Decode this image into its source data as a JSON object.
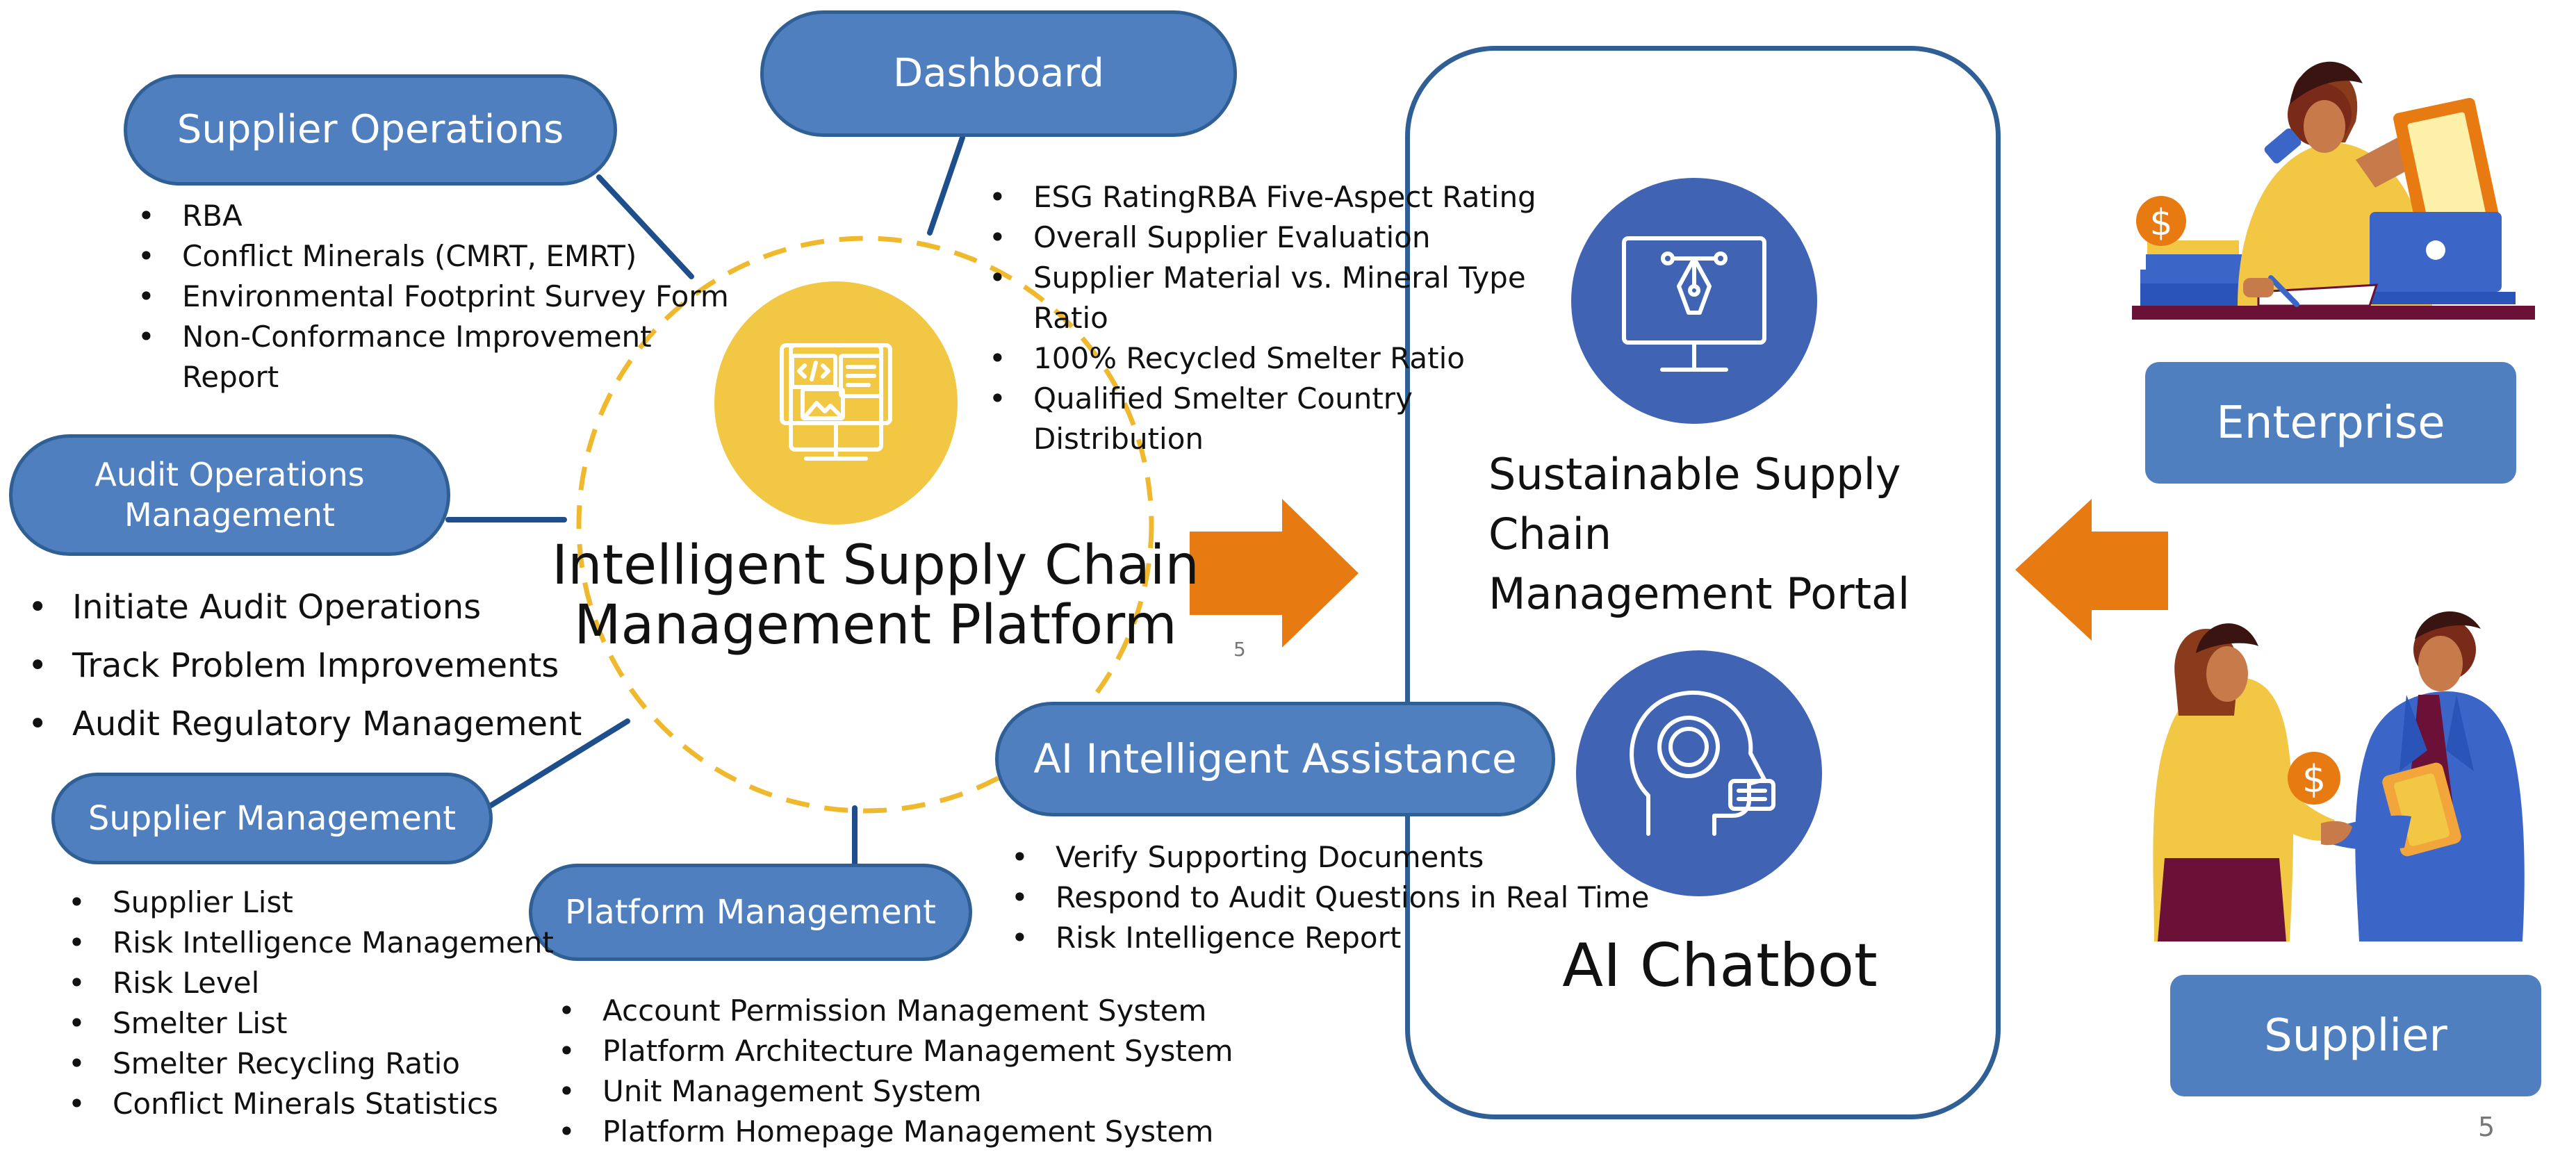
{
  "platform": {
    "title": "Intelligent Supply Chain Management Platform",
    "title_lines": [
      "Intelligent Supply Chain",
      "Management Platform"
    ],
    "icon": "code-monitor-icon"
  },
  "modules": {
    "supplier_operations": {
      "label": "Supplier Operations",
      "items": [
        "RBA",
        "Conflict Minerals (CMRT, EMRT)",
        "Environmental Footprint Survey Form",
        "Non-Conformance Improvement Report"
      ]
    },
    "dashboard": {
      "label": "Dashboard",
      "items": [
        "ESG RatingRBA Five-Aspect Rating",
        "Overall Supplier Evaluation",
        "Supplier Material vs. Mineral Type Ratio",
        "100% Recycled Smelter Ratio",
        "Qualified Smelter Country Distribution"
      ]
    },
    "audit_operations": {
      "label": "Audit Operations Management",
      "items": [
        "Initiate Audit Operations",
        "Track Problem Improvements",
        "Audit Regulatory Management"
      ]
    },
    "supplier_management": {
      "label": "Supplier Management",
      "items": [
        "Supplier List",
        "Risk Intelligence Management",
        "Risk Level",
        "Smelter List",
        "Smelter Recycling Ratio",
        "Conflict Minerals Statistics"
      ]
    },
    "platform_management": {
      "label": "Platform Management",
      "items": [
        "Account Permission Management System",
        "Platform Architecture Management System",
        "Unit Management System",
        "Platform Homepage Management System"
      ]
    },
    "ai_assistance": {
      "label": "AI Intelligent Assistance",
      "items": [
        "Verify Supporting Documents",
        "Respond to Audit Questions in Real Time",
        "Risk Intelligence Report"
      ]
    }
  },
  "portal": {
    "title": "Sustainable Supply Chain Management Portal",
    "title_lines": [
      "Sustainable Supply Chain",
      "Management Portal"
    ],
    "icon": "design-monitor-icon",
    "chatbot_label": "AI Chatbot",
    "chatbot_icon": "ai-head-icon"
  },
  "actors": {
    "enterprise": {
      "label": "Enterprise",
      "illustration": "businesswoman-desk-illustration"
    },
    "supplier": {
      "label": "Supplier",
      "illustration": "handshake-illustration"
    }
  },
  "page_numbers": {
    "center": "5",
    "corner": "5"
  },
  "colors": {
    "pill_fill": "#4f7fbf",
    "pill_border": "#2f5f95",
    "icon_circle": "#4064b3",
    "platform_circle": "#f2c744",
    "dashed_circle": "#f0b92d",
    "arrow": "#e87a12",
    "connector": "#1f4e8c"
  }
}
